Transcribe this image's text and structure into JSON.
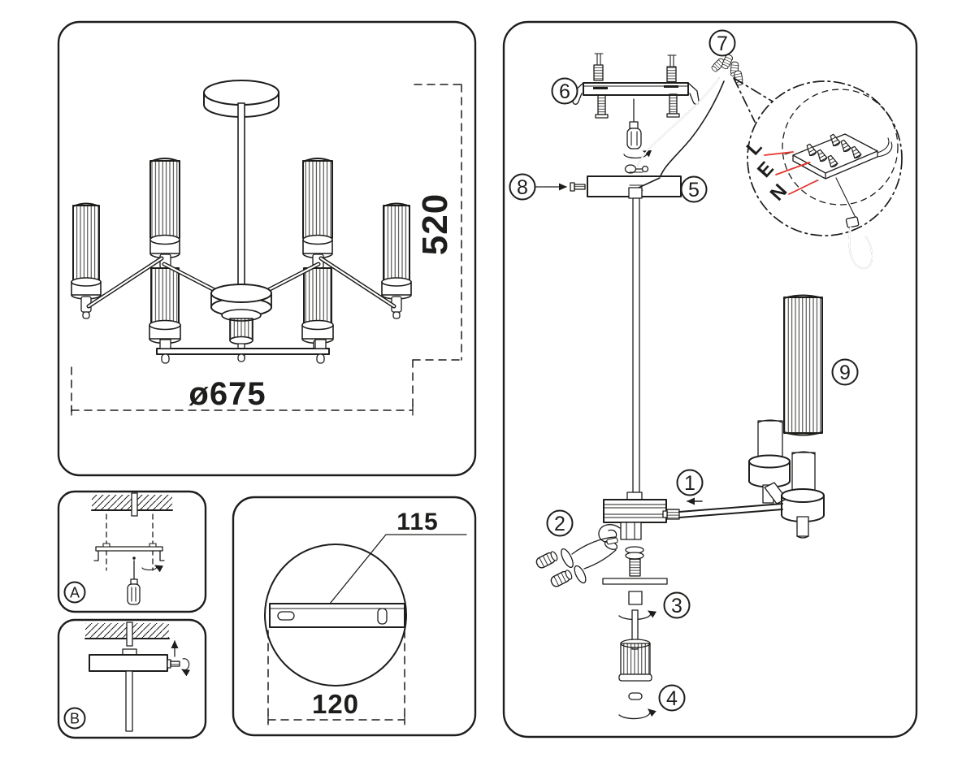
{
  "palette": {
    "ink": "#1d1d1b",
    "accent_red": "#e6332a",
    "paper": "#ffffff"
  },
  "overview_panel": {
    "height_label": "520",
    "diameter_label": "ø675"
  },
  "mounting_panels": {
    "step_a_label": "A",
    "step_b_label": "B"
  },
  "canopy_panel": {
    "bracket_span_label": "115",
    "canopy_width_label": "120"
  },
  "assembly_panel": {
    "callouts": [
      "1",
      "2",
      "3",
      "4",
      "5",
      "6",
      "7",
      "8",
      "9"
    ],
    "wiring": {
      "live": "L",
      "earth": "E",
      "neutral": "N"
    }
  }
}
